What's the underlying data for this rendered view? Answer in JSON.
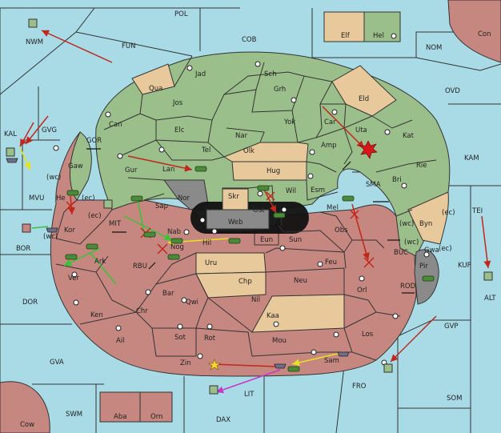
{
  "colors": {
    "sea": "#a9dbe7",
    "green": "#9bbf8a",
    "red": "#c5877f",
    "neutral": "#e8c99c",
    "grey": "#8a8a8a",
    "black": "#111111"
  },
  "sea": {
    "POL": "POL",
    "FUN": "FUN",
    "COB": "COB",
    "NWM": "NWM",
    "NOM": "NOM",
    "OVD": "OVD",
    "KAM": "KAM",
    "KAL": "KAL",
    "GVG": "GVG",
    "MVU": "MVU",
    "BOR": "BOR",
    "DOR": "DOR",
    "GVA": "GVA",
    "SWM": "SWM",
    "DAX": "DAX",
    "LIT": "LIT",
    "FRO": "FRO",
    "SOM": "SOM",
    "GVP": "GVP",
    "ALT": "ALT",
    "KUP": "KUP",
    "TEI": "TEI",
    "BUC": "BUC",
    "ROD": "ROD",
    "SMA": "SMA",
    "GOR": "GOR",
    "MIT": "MIT",
    "RBU": "RBU"
  },
  "land": {
    "Con": "Con",
    "Elf": "Elf",
    "Hel": "Hel",
    "Cow": "Cow",
    "Aba": "Aba",
    "Orn": "Orn",
    "Jad": "Jad",
    "Sch": "Sch",
    "Qua": "Qua",
    "Jos": "Jos",
    "Grh": "Grh",
    "Eld": "Eld",
    "Can": "Can",
    "Yok": "Yok",
    "Car": "Car",
    "Uta": "Uta",
    "Elc": "Elc",
    "Nar": "Nar",
    "Kat": "Kat",
    "Tel": "Tel",
    "Olk": "Olk",
    "Amp": "Amp",
    "Gaw": "Gaw",
    "Gur": "Gur",
    "Lan": "Lan",
    "Hug": "Hug",
    "Rie": "Rie",
    "Bri": "Bri",
    "He": "He",
    "Nor": "Nor",
    "Skr": "Skr",
    "Wil": "Wil",
    "Esm": "Esm",
    "Sap": "Sap",
    "Web": "Web",
    "Ost": "Ost",
    "Mel": "Mel",
    "Byn": "Byn",
    "Kor": "Kor",
    "Nab": "Nab",
    "Eun": "Eun",
    "Sun": "Sun",
    "Obs": "Obs",
    "Hil": "Hil",
    "Gwa": "Gwa",
    "Ark": "Ark",
    "Nog": "Nog",
    "Pir": "Pir",
    "Uru": "Uru",
    "Feu": "Feu",
    "Ver": "Ver",
    "Chp": "Chp",
    "Orl": "Orl",
    "Bar": "Bar",
    "Neu": "Neu",
    "Qwi": "Qwi",
    "Nil": "Nil",
    "Chr": "Chr",
    "Ken": "Ken",
    "Kaa": "Kaa",
    "Los": "Los",
    "Ail": "Ail",
    "Sot": "Sot",
    "Rot": "Rot",
    "Mou": "Mou",
    "Zin": "Zin",
    "Sam": "Sam"
  },
  "coast": {
    "gaw_wc": "(wc)",
    "he_ec": "(ec)",
    "kor_ec": "(ec)",
    "kor_wc": "(wc)",
    "byn_ec": "(ec)",
    "byn_wc": "(wc)",
    "gwa_ec": "(ec)",
    "gwa_wc": "(wc)"
  }
}
